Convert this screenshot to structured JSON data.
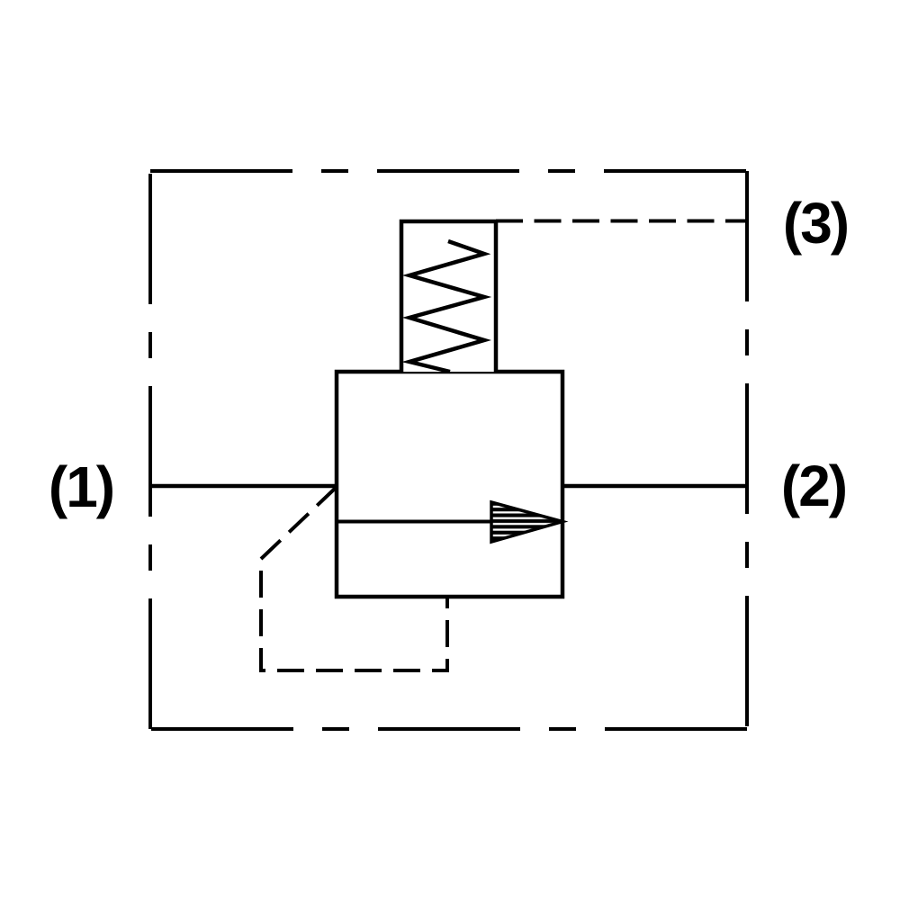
{
  "diagram": {
    "type": "hydraulic-valve-schematic",
    "ports": {
      "port1": {
        "label": "(1)"
      },
      "port2": {
        "label": "(2)"
      },
      "port3": {
        "label": "(3)"
      }
    },
    "colors": {
      "line": "#000000",
      "background": "#ffffff"
    }
  }
}
